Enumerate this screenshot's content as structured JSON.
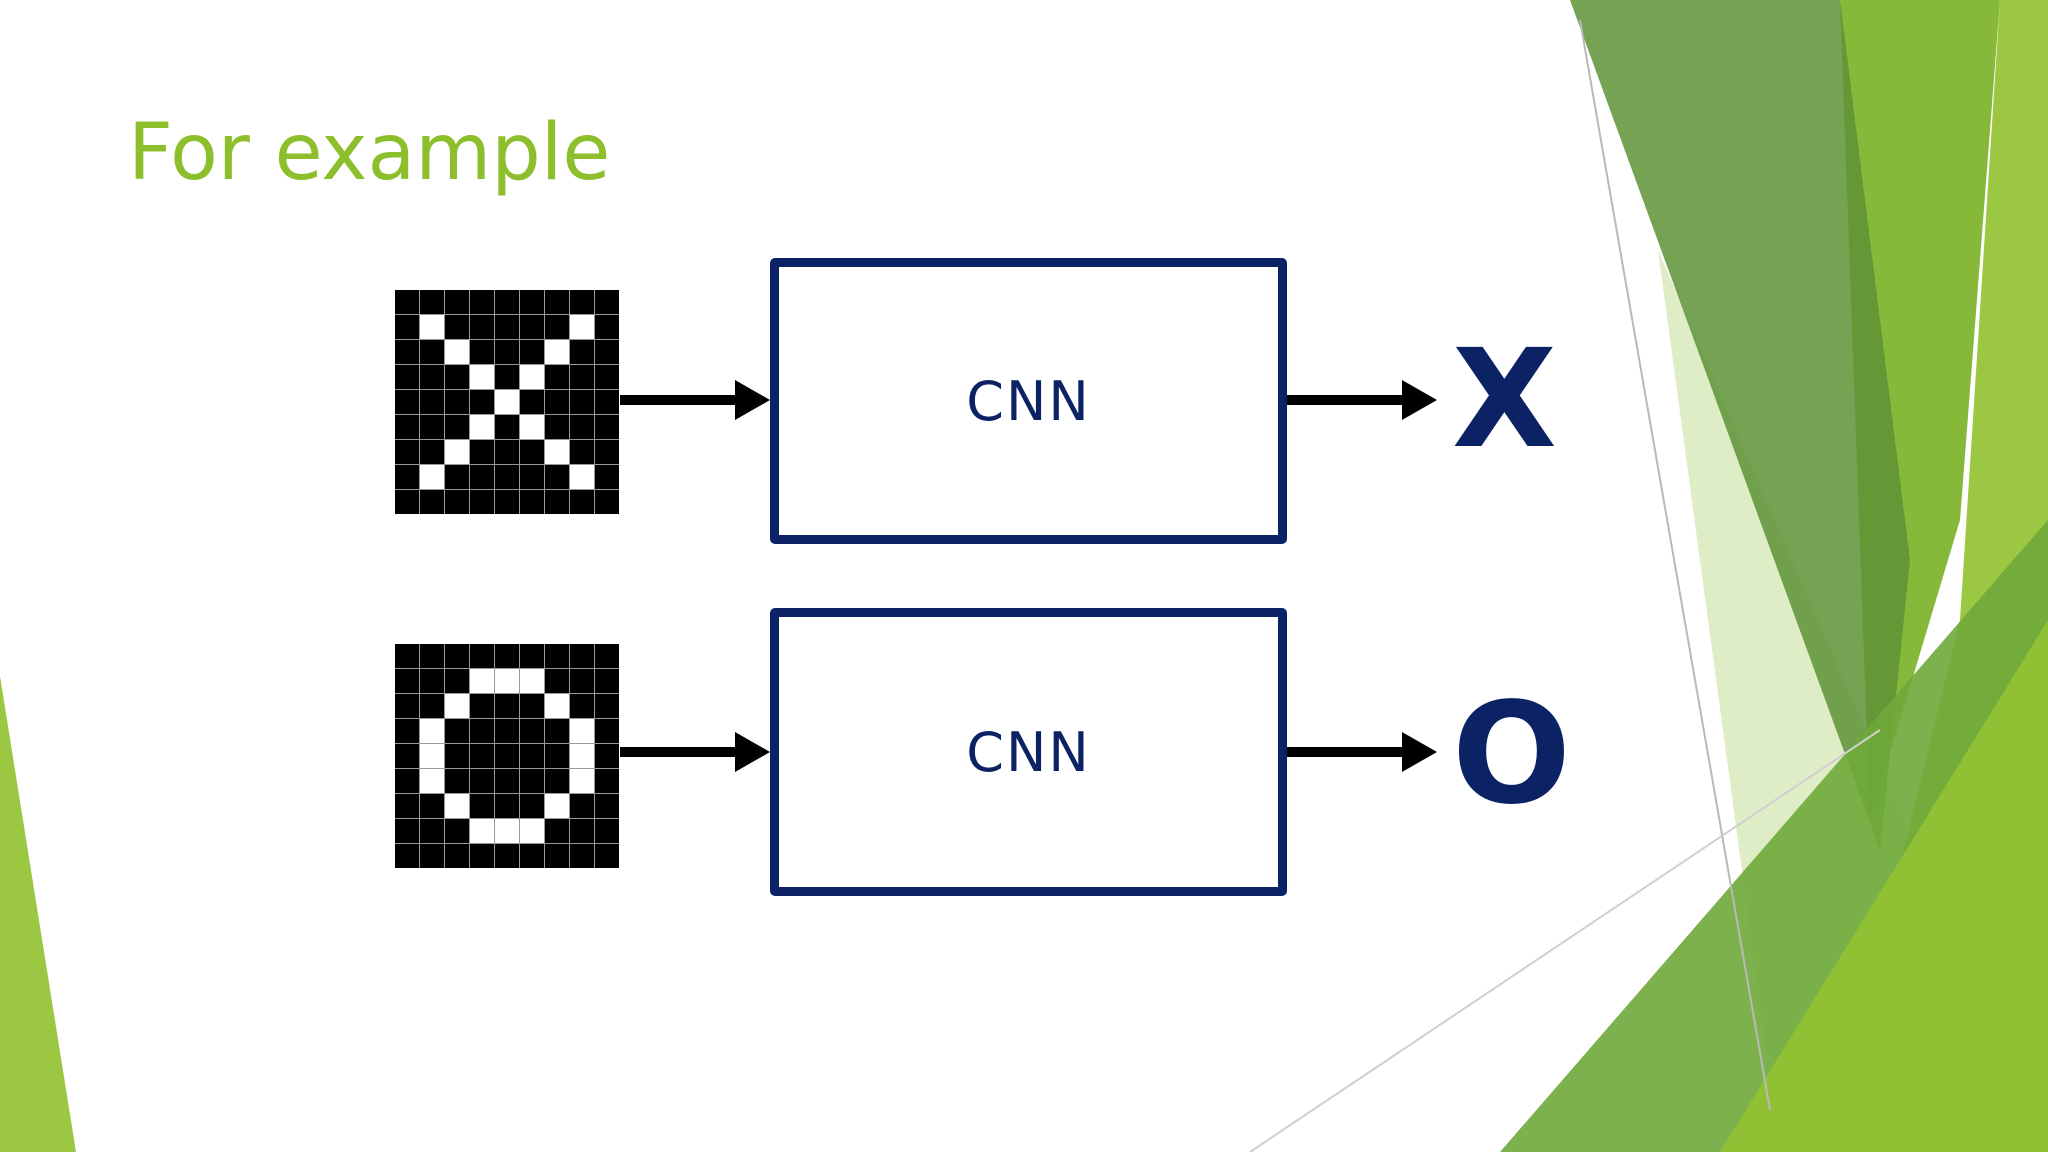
{
  "slide": {
    "title": "For example"
  },
  "colors": {
    "title": "#8DBF2C",
    "box_border": "#0B2264",
    "label": "#0B2264",
    "green_dark": "#5E9236",
    "green_mid": "#7DB13F",
    "green_light": "#9CC743",
    "green_pale": "#DCEBC0"
  },
  "rows": [
    {
      "input_pattern": [
        "000000000",
        "010000010",
        "001000100",
        "000101000",
        "000010000",
        "000101000",
        "001000100",
        "010000010",
        "000000000"
      ],
      "box_label": "CNN",
      "output": "X"
    },
    {
      "input_pattern": [
        "000000000",
        "000111000",
        "001000100",
        "010000010",
        "010000010",
        "010000010",
        "001000100",
        "000111000",
        "000000000"
      ],
      "box_label": "CNN",
      "output": "O"
    }
  ]
}
